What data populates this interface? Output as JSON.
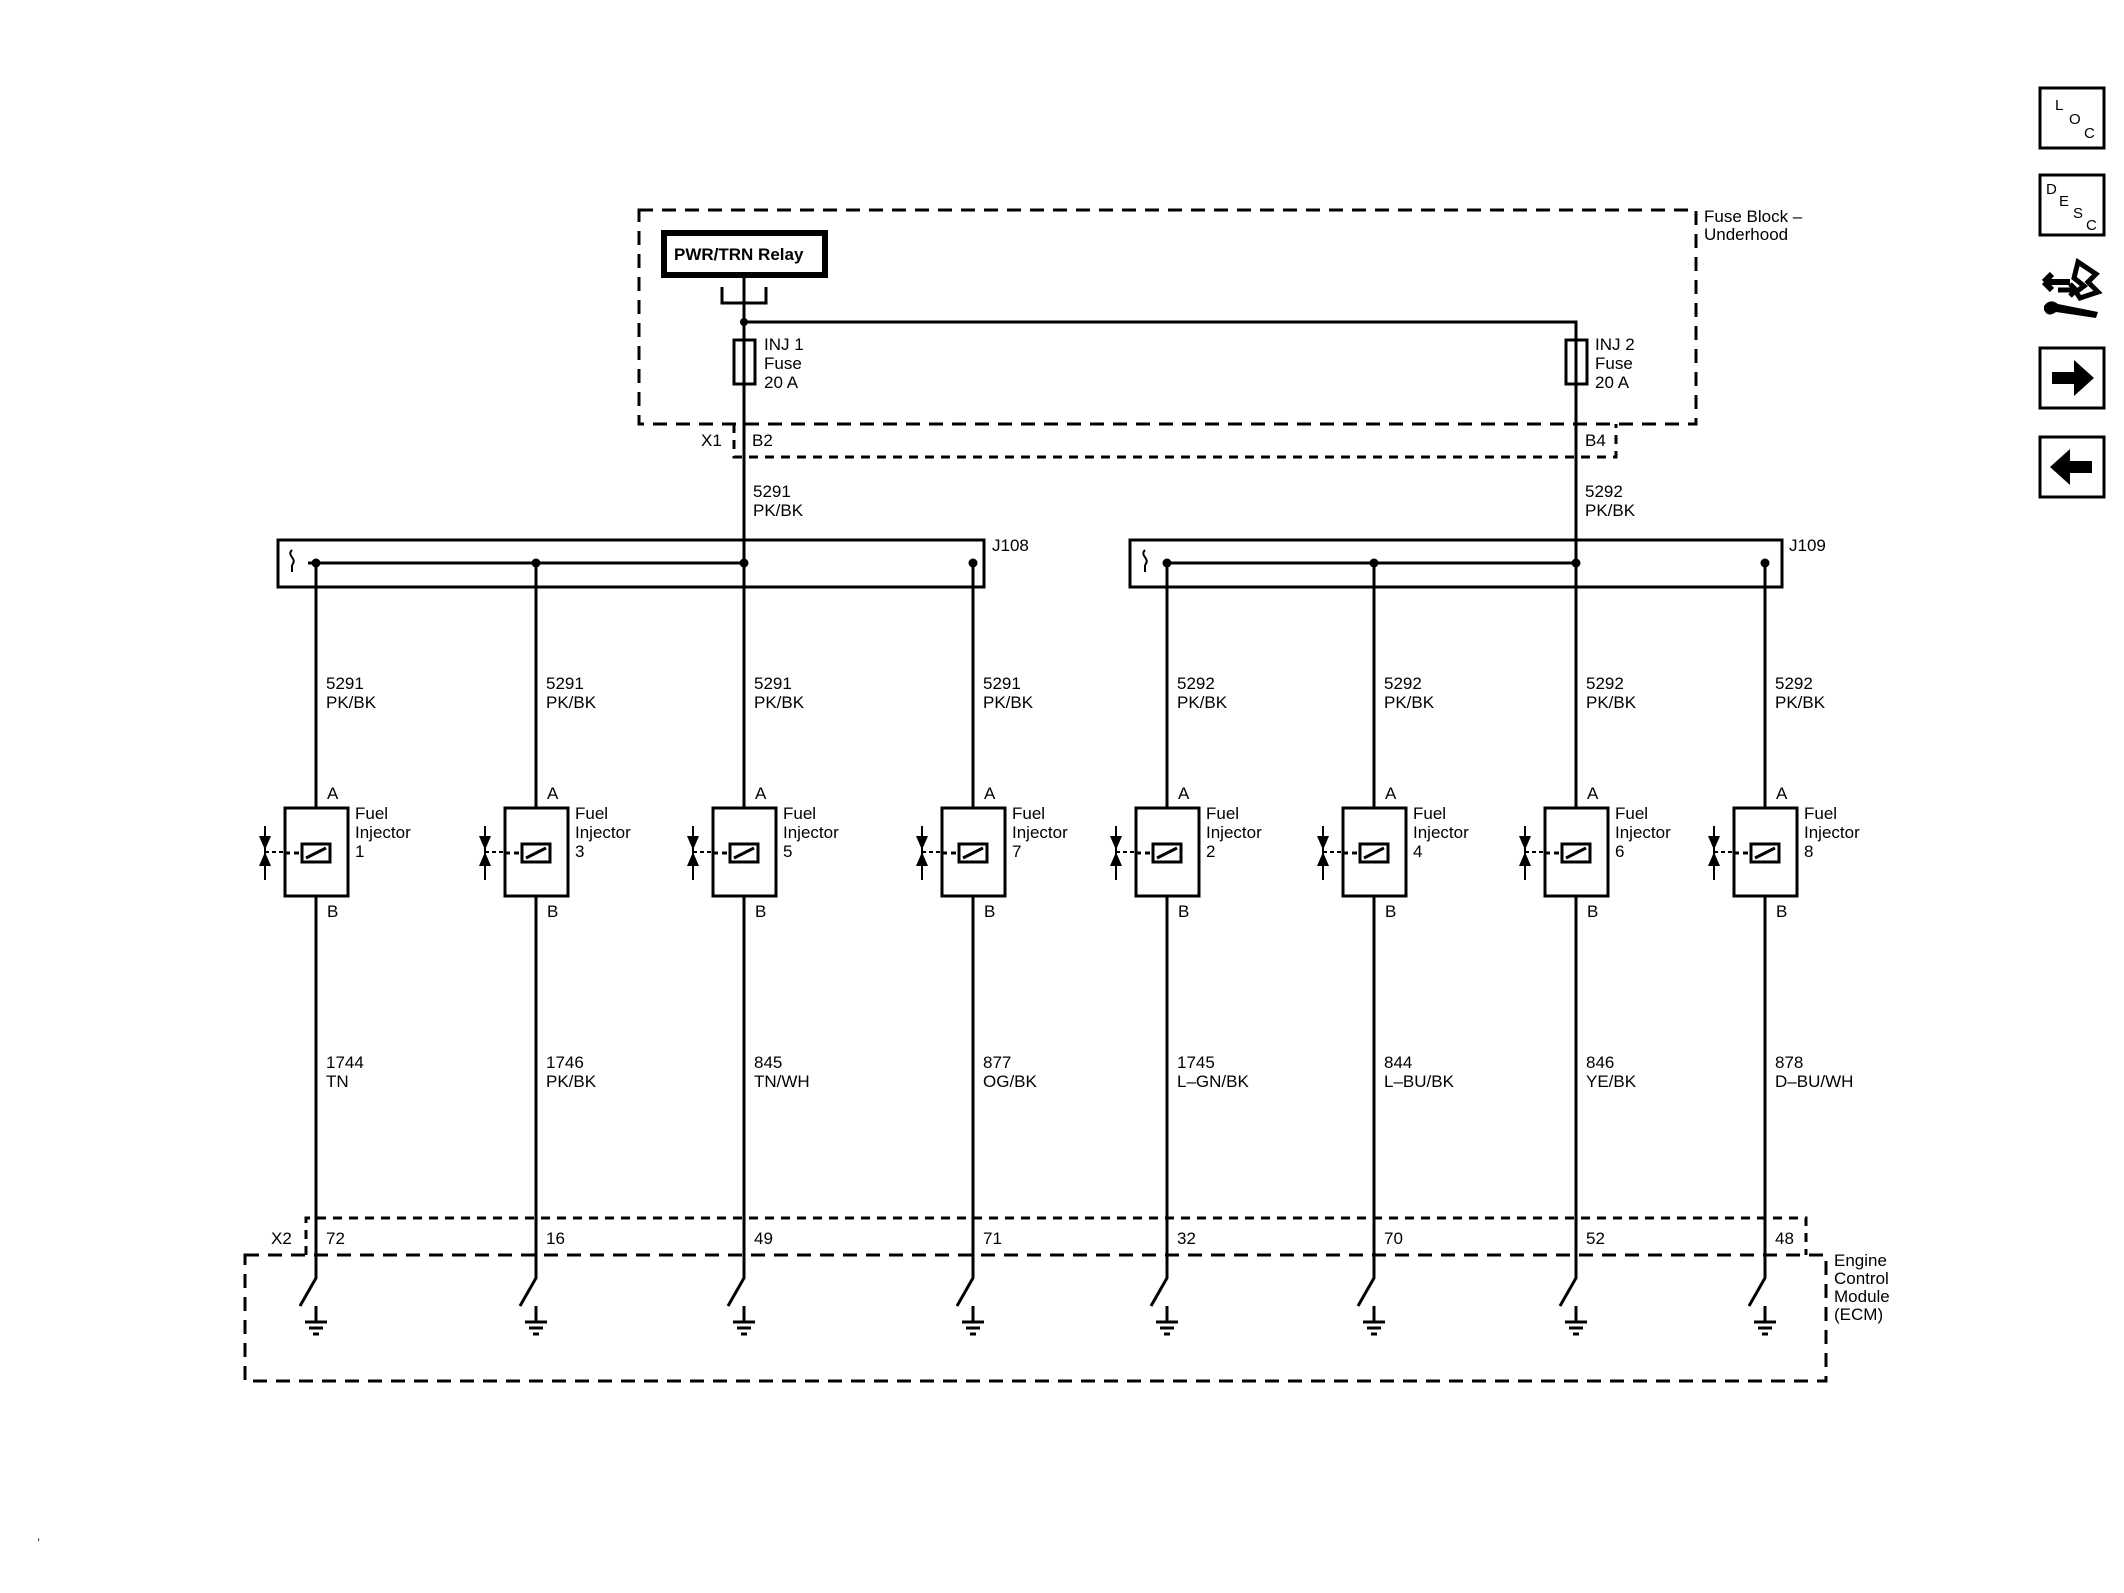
{
  "fuse_block": {
    "title_line1": "Fuse Block –",
    "title_line2": "Underhood",
    "relay_label": "PWR/TRN Relay",
    "fuses": [
      {
        "line1": "INJ 1",
        "line2": "Fuse",
        "line3": "20 A",
        "pin": "B2"
      },
      {
        "line1": "INJ 2",
        "line2": "Fuse",
        "line3": "20 A",
        "pin": "B4"
      }
    ],
    "connector": "X1"
  },
  "feed_wires": [
    {
      "circuit": "5291",
      "color": "PK/BK"
    },
    {
      "circuit": "5292",
      "color": "PK/BK"
    }
  ],
  "splices": [
    "J108",
    "J109"
  ],
  "injectors": [
    {
      "name_line1": "Fuel",
      "name_line2": "Injector",
      "number": "1",
      "pin_a": "A",
      "pin_b": "B",
      "supply_circuit": "5291",
      "supply_color": "PK/BK",
      "control_circuit": "1744",
      "control_color": "TN",
      "ecm_pin": "72"
    },
    {
      "name_line1": "Fuel",
      "name_line2": "Injector",
      "number": "3",
      "pin_a": "A",
      "pin_b": "B",
      "supply_circuit": "5291",
      "supply_color": "PK/BK",
      "control_circuit": "1746",
      "control_color": "PK/BK",
      "ecm_pin": "16"
    },
    {
      "name_line1": "Fuel",
      "name_line2": "Injector",
      "number": "5",
      "pin_a": "A",
      "pin_b": "B",
      "supply_circuit": "5291",
      "supply_color": "PK/BK",
      "control_circuit": "845",
      "control_color": "TN/WH",
      "ecm_pin": "49"
    },
    {
      "name_line1": "Fuel",
      "name_line2": "Injector",
      "number": "7",
      "pin_a": "A",
      "pin_b": "B",
      "supply_circuit": "5291",
      "supply_color": "PK/BK",
      "control_circuit": "877",
      "control_color": "OG/BK",
      "ecm_pin": "71"
    },
    {
      "name_line1": "Fuel",
      "name_line2": "Injector",
      "number": "2",
      "pin_a": "A",
      "pin_b": "B",
      "supply_circuit": "5292",
      "supply_color": "PK/BK",
      "control_circuit": "1745",
      "control_color": "L–GN/BK",
      "ecm_pin": "32"
    },
    {
      "name_line1": "Fuel",
      "name_line2": "Injector",
      "number": "4",
      "pin_a": "A",
      "pin_b": "B",
      "supply_circuit": "5292",
      "supply_color": "PK/BK",
      "control_circuit": "844",
      "control_color": "L–BU/BK",
      "ecm_pin": "70"
    },
    {
      "name_line1": "Fuel",
      "name_line2": "Injector",
      "number": "6",
      "pin_a": "A",
      "pin_b": "B",
      "supply_circuit": "5292",
      "supply_color": "PK/BK",
      "control_circuit": "846",
      "control_color": "YE/BK",
      "ecm_pin": "52"
    },
    {
      "name_line1": "Fuel",
      "name_line2": "Injector",
      "number": "8",
      "pin_a": "A",
      "pin_b": "B",
      "supply_circuit": "5292",
      "supply_color": "PK/BK",
      "control_circuit": "878",
      "control_color": "D–BU/WH",
      "ecm_pin": "48"
    }
  ],
  "ecm": {
    "connector": "X2",
    "line1": "Engine",
    "line2": "Control",
    "line3": "Module",
    "line4": "(ECM)"
  },
  "nav": {
    "loc": {
      "l": "L",
      "o": "O",
      "c": "C"
    },
    "desc": {
      "d": "D",
      "e": "E",
      "s": "S",
      "c": "C"
    },
    "icons": [
      "loc-icon",
      "desc-icon",
      "connector-tool-icon",
      "arrow-right-icon",
      "arrow-left-icon"
    ]
  }
}
